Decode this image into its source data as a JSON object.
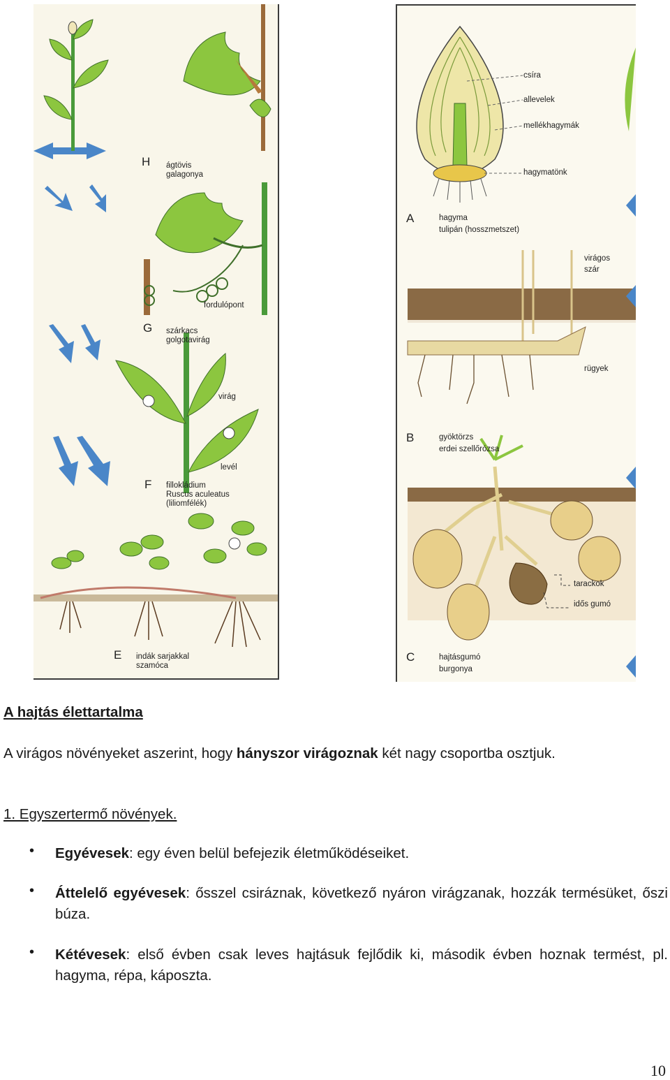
{
  "left_figure": {
    "H": {
      "letter": "H",
      "name": "ágtövis",
      "plant": "galagonya"
    },
    "G": {
      "letter": "G",
      "name": "szárkacs",
      "plant": "golgotavirág",
      "callout": "fordulópont"
    },
    "F": {
      "letter": "F",
      "name": "fillokládium",
      "plant": "Ruscus aculeatus",
      "family": "(liliomfélék)",
      "callout_flower": "virág",
      "callout_leaf": "levél"
    },
    "E": {
      "letter": "E",
      "name": "indák sarjakkal",
      "plant": "szamóca"
    }
  },
  "right_figure": {
    "A": {
      "letter": "A",
      "name": "hagyma",
      "plant": "tulipán (hosszmetszet)",
      "callouts": [
        "csíra",
        "allevelek",
        "mellékhagymák",
        "hagymatönk"
      ]
    },
    "B": {
      "letter": "B",
      "name": "gyöktörzs",
      "plant": "erdei szellőrózsa",
      "callout_stem_1": "virágos",
      "callout_stem_2": "szár",
      "callout_buds": "rügyek"
    },
    "C": {
      "letter": "C",
      "name": "hajtásgumó",
      "plant": "burgonya",
      "callout_stolon": "tarackok",
      "callout_old": "idős gumó"
    }
  },
  "text": {
    "title": "A hajtás élettartalma",
    "intro_pre": "A virágos növényeket aszerint, hogy ",
    "intro_bold": "hányszor virágoznak",
    "intro_post": " két nagy csoportba osztjuk.",
    "group1": "1. Egyszertermő növények.",
    "bullets": [
      {
        "term": "Egyévesek",
        "rest": ": egy éven belül befejezik életműködéseiket."
      },
      {
        "term": "Áttelelő egyévesek",
        "rest": ": ősszel csiráznak, következő nyáron virágzanak, hozzák termésüket, őszi búza."
      },
      {
        "term": "Kétévesek",
        "rest": ": első évben csak leves hajtásuk fejlődik ki, második évben hoznak termést, pl. hagyma, répa, káposzta."
      }
    ]
  },
  "page_number": "10",
  "colors": {
    "leaf": "#8cc63f",
    "leaf_dark": "#3f8f2a",
    "arrow": "#4a86c8",
    "soil": "#8a6a45",
    "tuber": "#e8cf8a"
  }
}
